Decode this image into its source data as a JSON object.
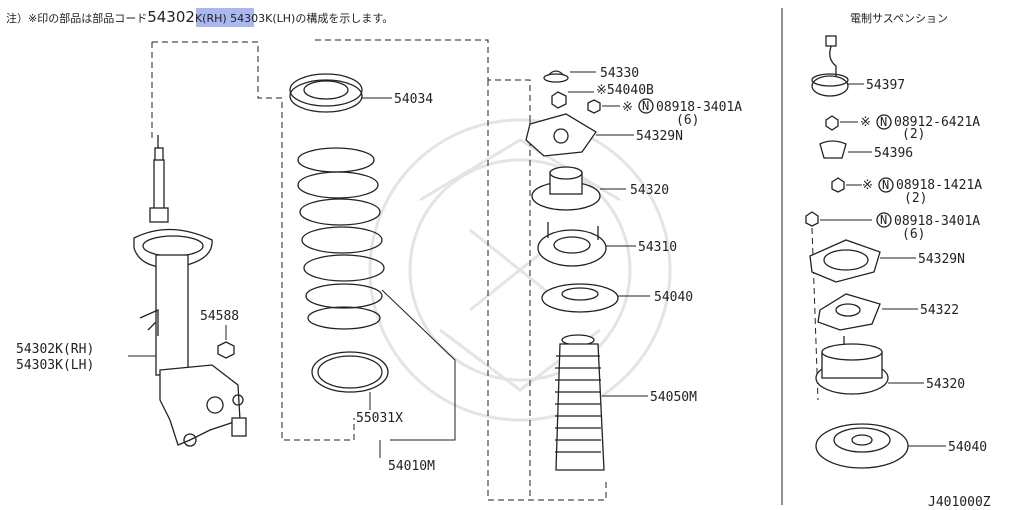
{
  "note": {
    "prefix": "注）※印の部品は部品コード",
    "highlight": "54302",
    "suffix": "K(RH) 54303K(LH)の構成を示します。",
    "highlight_color": "#a9b8f0"
  },
  "inset_title": "電制サスペンション",
  "diagram_id": "J401000Z",
  "labels": {
    "p54034": "54034",
    "p54330": "54330",
    "p54040b": "※54040B",
    "p08918a_mark": "※",
    "p08918a_n": "N",
    "p08918a": "08918-3401A",
    "p08918a_qty": "(6)",
    "p54329n": "54329N",
    "p54320": "54320",
    "p54310": "54310",
    "p54040": "54040",
    "p54050m": "54050M",
    "p54588": "54588",
    "strut_rh": "54302K(RH)",
    "strut_lh": "54303K(LH)",
    "p55031x": "55031X",
    "p54010m": "54010M"
  },
  "inset_labels": {
    "p54397": "54397",
    "p08912_mark": "※",
    "p08912_n": "N",
    "p08912": "08912-6421A",
    "p08912_qty": "(2)",
    "p54396": "54396",
    "p08918b_mark": "※",
    "p08918b_n": "N",
    "p08918b": "08918-1421A",
    "p08918b_qty": "(2)",
    "p08918c_n": "N",
    "p08918c": "08918-3401A",
    "p08918c_qty": "(6)",
    "p54329n": "54329N",
    "p54322": "54322",
    "p54320": "54320",
    "p54040": "54040"
  }
}
